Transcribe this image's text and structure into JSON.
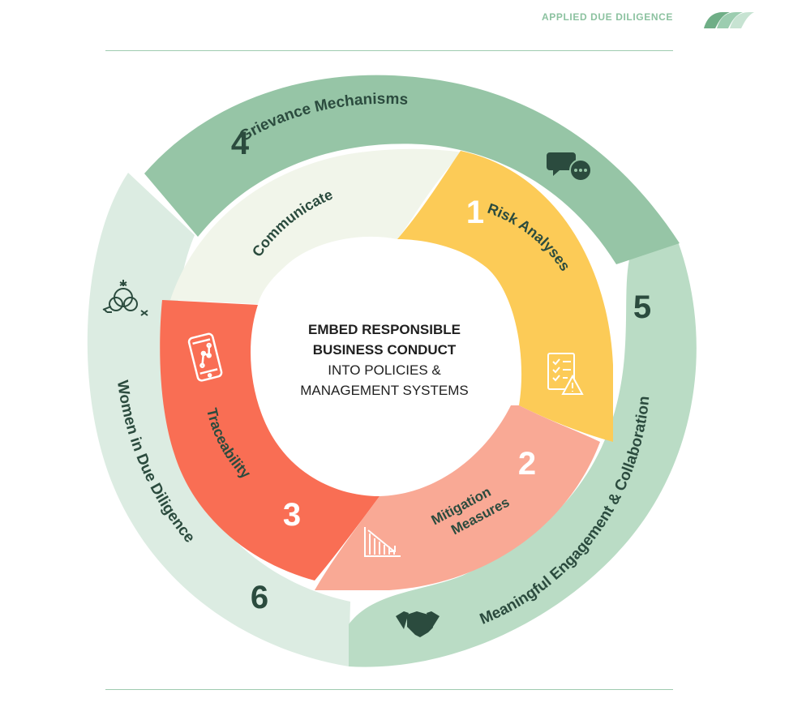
{
  "header": {
    "title": "APPLIED DUE DILIGENCE"
  },
  "center": {
    "line1": "EMBED RESPONSIBLE",
    "line2": "BUSINESS CONDUCT",
    "line3": "INTO POLICIES &",
    "line4": "MANAGEMENT SYSTEMS"
  },
  "inner_steps": [
    {
      "number": "1",
      "label": "Risk Analyses",
      "color": "#fccb57",
      "icon": "checklist-warning-icon"
    },
    {
      "number": "2",
      "label_line1": "Mitigation",
      "label_line2": "Measures",
      "color": "#f9a995",
      "icon": "declining-chart-icon"
    },
    {
      "number": "3",
      "label": "Traceability",
      "color": "#f96e54",
      "icon": "smartphone-icon"
    },
    {
      "number": "",
      "label": "Communicate",
      "color": "#f1f5ea",
      "icon": ""
    }
  ],
  "outer_steps": [
    {
      "number": "4",
      "label": "Grievance Mechanisms",
      "color": "#96c5a6",
      "icon": "chat-bubbles-icon"
    },
    {
      "number": "5",
      "label": "Meaningful Engagement & Collaboration",
      "color": "#badcc5",
      "icon": "handshake-icon"
    },
    {
      "number": "6",
      "label": "Women in Due Diligence",
      "color": "#dcece2",
      "icon": "women-group-icon"
    }
  ],
  "colors": {
    "text_dark": "#2b4b3e",
    "number_light": "#ffffff",
    "rule": "#9fcbb0"
  }
}
